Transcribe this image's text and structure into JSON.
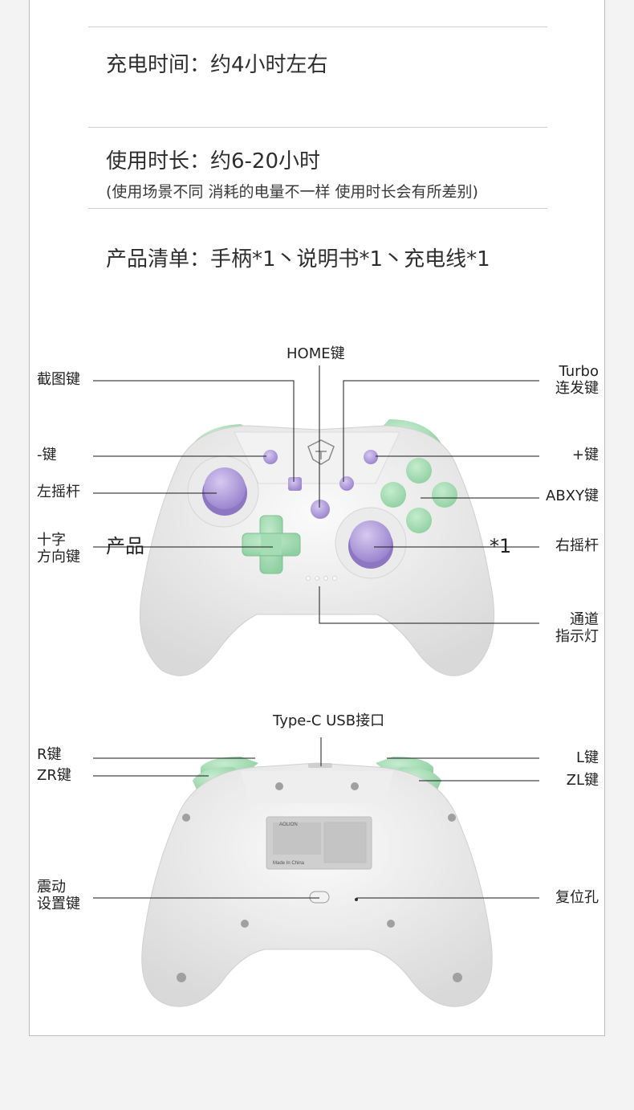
{
  "specs": {
    "charge_time": "充电时间：约4小时左右",
    "usage_time": "使用时长：约6-20小时",
    "usage_note": "(使用场景不同 消耗的电量不一样 使用时长会有所差别)",
    "package": "产品清单：手柄*1丶说明书*1丶充电线*1"
  },
  "front": {
    "home": "HOME键",
    "screenshot": "截图键",
    "turbo": [
      "Turbo",
      "连发键"
    ],
    "minus": "-键",
    "plus": "+键",
    "left_stick": "左摇杆",
    "abxy": "ABXY键",
    "dpad": [
      "十字",
      "方向键"
    ],
    "right_stick": "右摇杆",
    "channel_led": [
      "通道",
      "指示灯"
    ],
    "ghost_left": "产品",
    "ghost_right": "*1"
  },
  "back": {
    "usb": "Type-C USB接口",
    "r_key": "R键",
    "zr_key": "ZR键",
    "l_key": "L键",
    "zl_key": "ZL键",
    "vibration": [
      "震动",
      "设置键"
    ],
    "reset": "复位孔",
    "plate_brand": "AOLION",
    "plate_made": "Made In China"
  },
  "colors": {
    "body": "#ededed",
    "accent_green": "#a6dcb4",
    "accent_purple": "#b7a3dc",
    "line": "#1a1a1a"
  }
}
